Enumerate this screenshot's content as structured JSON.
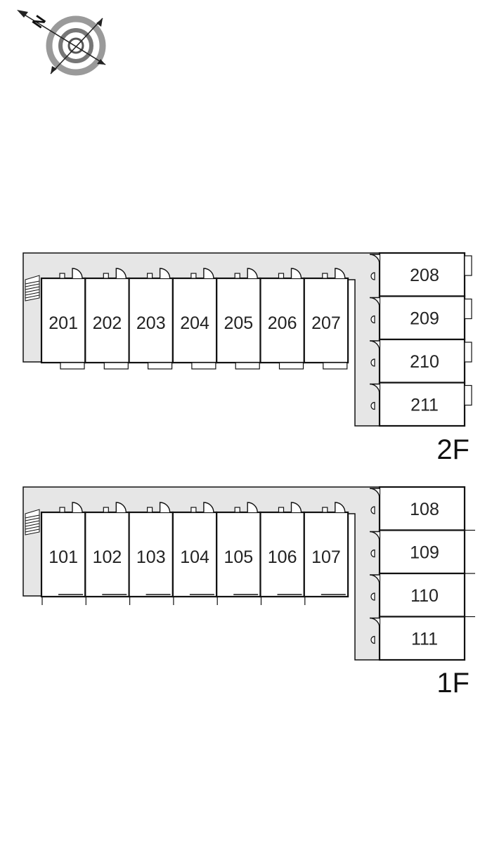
{
  "compass": {
    "north_label": "N",
    "icon": "compass-rose"
  },
  "floors": [
    {
      "label": "2F",
      "rows": [
        "201",
        "202",
        "203",
        "204",
        "205",
        "206",
        "207"
      ],
      "column": [
        "208",
        "209",
        "210",
        "211"
      ]
    },
    {
      "label": "1F",
      "rows": [
        "101",
        "102",
        "103",
        "104",
        "105",
        "106",
        "107"
      ],
      "column": [
        "108",
        "109",
        "110",
        "111"
      ]
    }
  ],
  "colors": {
    "corridor": "#e6e6e6",
    "wall": "#111111",
    "background": "#ffffff"
  }
}
